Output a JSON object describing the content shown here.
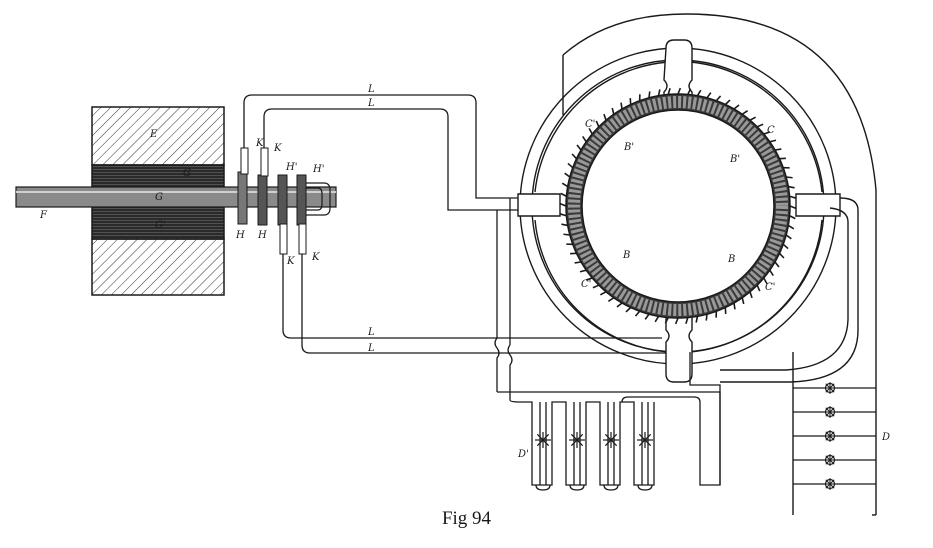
{
  "caption": "Fig 94",
  "labels": {
    "E": "E",
    "G_top": "G",
    "G_mid": "G",
    "G_bot": "G'",
    "F": "F",
    "H_left": "H",
    "H_right": "H",
    "H_prime_1": "H'",
    "H_prime_2": "H'",
    "K_top_1": "K",
    "K_top_2": "K",
    "K_bot_1": "K",
    "K_bot_2": "K",
    "L_top_1": "L",
    "L_top_2": "L",
    "L_bot_1": "L",
    "L_bot_2": "L",
    "C_prime_tl": "C'",
    "B_prime_t": "B'",
    "C_tr": "C",
    "B_prime_r": "B'",
    "B_bl": "B",
    "C_prime_bl": "C'",
    "B_br": "B",
    "C_prime_br": "C'",
    "D_prime": "D'",
    "D": "D"
  },
  "colors": {
    "ink": "#1a1a1a",
    "paper": "#ffffff"
  }
}
